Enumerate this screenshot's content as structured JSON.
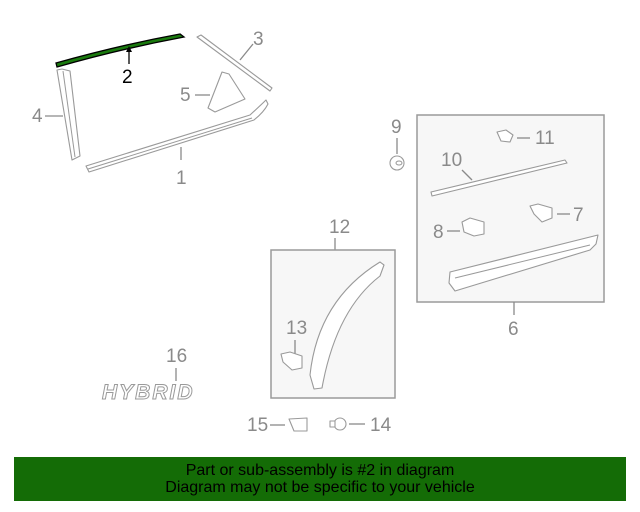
{
  "diagram": {
    "highlight_color": "#1a7a0e",
    "highlighted_part": "2",
    "callouts": [
      {
        "id": "1",
        "label": "1"
      },
      {
        "id": "2",
        "label": "2"
      },
      {
        "id": "3",
        "label": "3"
      },
      {
        "id": "4",
        "label": "4"
      },
      {
        "id": "5",
        "label": "5"
      },
      {
        "id": "6",
        "label": "6"
      },
      {
        "id": "7",
        "label": "7"
      },
      {
        "id": "8",
        "label": "8"
      },
      {
        "id": "9",
        "label": "9"
      },
      {
        "id": "10",
        "label": "10"
      },
      {
        "id": "11",
        "label": "11"
      },
      {
        "id": "12",
        "label": "12"
      },
      {
        "id": "13",
        "label": "13"
      },
      {
        "id": "14",
        "label": "14"
      },
      {
        "id": "15",
        "label": "15"
      },
      {
        "id": "16",
        "label": "16"
      }
    ],
    "emblem_text": "HYBRID"
  },
  "banner": {
    "background": "#146c06",
    "line1": "Part or sub-assembly is #2 in diagram",
    "line2": "Diagram may not be specific to your vehicle"
  }
}
